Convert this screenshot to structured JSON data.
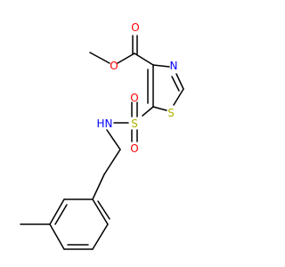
{
  "molecule": {
    "atoms": {
      "o_carbonyl": "O",
      "o_ester": "O",
      "n_thiazole": "N",
      "s_thiazole": "S",
      "s_sulfonyl": "S",
      "o_sulfonyl_top": "O",
      "o_sulfonyl_bottom": "O",
      "nh": "N",
      "h_nh": "H"
    },
    "colors": {
      "bond": "#000000",
      "oxygen": "#ff0000",
      "nitrogen": "#0000ff",
      "sulfur": "#b2b200"
    }
  }
}
